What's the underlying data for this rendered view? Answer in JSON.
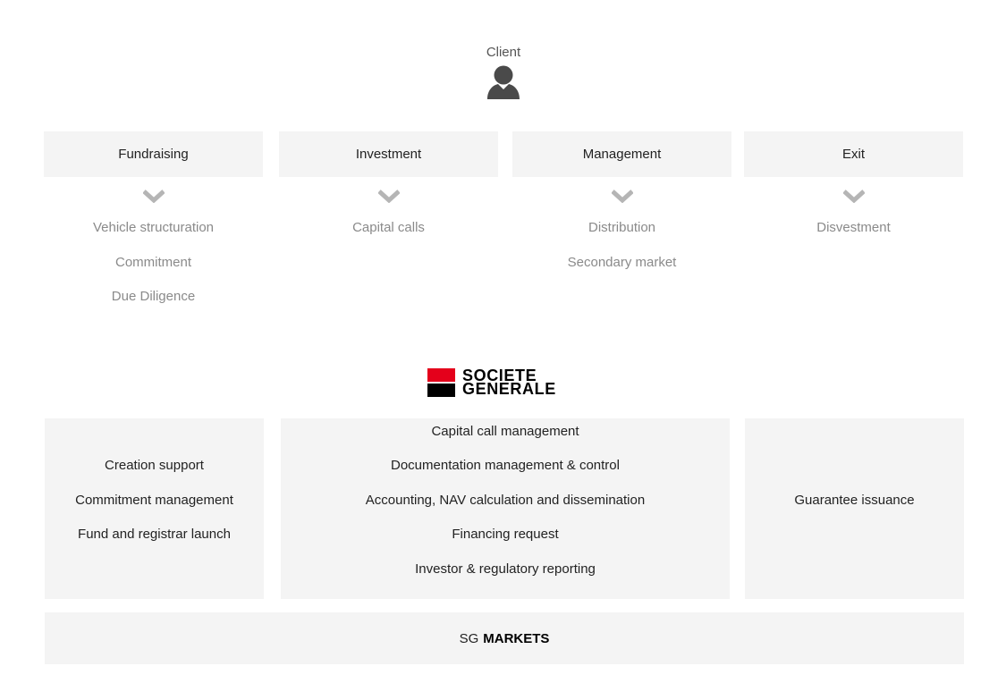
{
  "client": {
    "label": "Client",
    "icon": "user-icon"
  },
  "stages": [
    {
      "title": "Fundraising",
      "items": [
        "Vehicle structuration",
        "Commitment",
        "Due Diligence"
      ]
    },
    {
      "title": "Investment",
      "items": [
        "Capital calls"
      ]
    },
    {
      "title": "Management",
      "items": [
        "Distribution",
        "Secondary market"
      ]
    },
    {
      "title": "Exit",
      "items": [
        "Disvestment"
      ]
    }
  ],
  "logo": {
    "line1": "SOCIETE",
    "line2": "GENERALE",
    "red": "#e4001b",
    "black": "#000000"
  },
  "services": {
    "left": [
      "Creation support",
      "Commitment management",
      "Fund and registrar launch"
    ],
    "middle": [
      "Capital call management",
      "Documentation management & control",
      "Accounting, NAV calculation and dissemination",
      "Financing request",
      "Investor & regulatory reporting"
    ],
    "right": [
      "Guarantee issuance"
    ]
  },
  "platform": {
    "prefix": "SG",
    "name": "MARKETS"
  }
}
